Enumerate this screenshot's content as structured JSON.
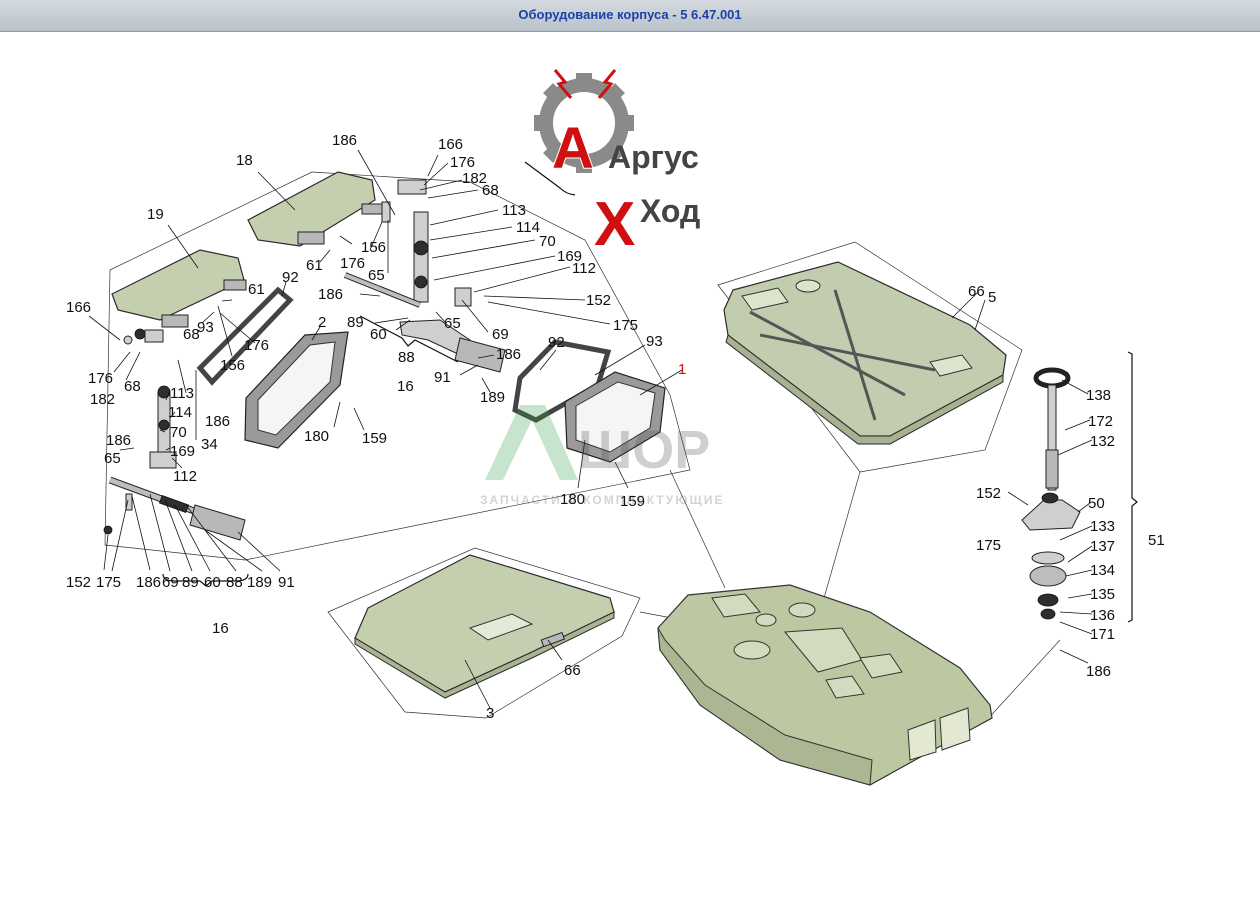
{
  "window": {
    "title": "Оборудование корпуса - 5 6.47.001"
  },
  "logo": {
    "line1": "Аргус",
    "line2": "Ход"
  },
  "watermark": {
    "brand": "ШОР",
    "tagline": "ЗАПЧАСТИ & КОМПЛЕКТУЮЩИЕ"
  },
  "callouts": {
    "c18": "18",
    "c19": "19",
    "c166a": "166",
    "c61a": "61",
    "c93a": "93",
    "c176a": "176",
    "c156a": "156",
    "c176b": "176",
    "c182a": "182",
    "c68a": "68",
    "c113a": "113",
    "c114a": "114",
    "c186a": "186",
    "c70a": "70",
    "c169a": "169",
    "c34": "34",
    "c112a": "112",
    "c186b": "186",
    "c65a": "65",
    "c152a": "152",
    "c175a": "175",
    "c186c": "186",
    "c69a": "69",
    "c89a": "89",
    "c60a": "60",
    "c88a": "88",
    "c189a": "189",
    "c91a": "91",
    "c16a": "16",
    "c186d": "186",
    "c166b": "166",
    "c176c": "176",
    "c182b": "182",
    "c68b": "68",
    "c113b": "113",
    "c114b": "114",
    "c70b": "70",
    "c169b": "169",
    "c112b": "112",
    "c152b": "152",
    "c175b": "175",
    "c69b": "69",
    "c65b": "65",
    "c61b": "61",
    "c176d": "176",
    "c156b": "156",
    "c65c": "65",
    "c186e": "186",
    "c89b": "89",
    "c60b": "60",
    "c88b": "88",
    "c16b": "16",
    "c91b": "91",
    "c186f": "186",
    "c189b": "189",
    "c92a": "92",
    "c2": "2",
    "c180a": "180",
    "c159a": "159",
    "c92b": "92",
    "c93b": "93",
    "c1": "1",
    "c180b": "180",
    "c159b": "159",
    "c66a": "66",
    "c5": "5",
    "c138": "138",
    "c172": "172",
    "c132": "132",
    "c152c": "152",
    "c175c": "175",
    "c50": "50",
    "c133": "133",
    "c137": "137",
    "c51": "51",
    "c134": "134",
    "c135": "135",
    "c136": "136",
    "c171": "171",
    "c186g": "186",
    "c3": "3",
    "c66b": "66"
  },
  "colors": {
    "accent": "#d01010",
    "panel": "#c4cfb0",
    "title_text": "#1f3fa8",
    "logo_gray": "#8a8a8a"
  }
}
